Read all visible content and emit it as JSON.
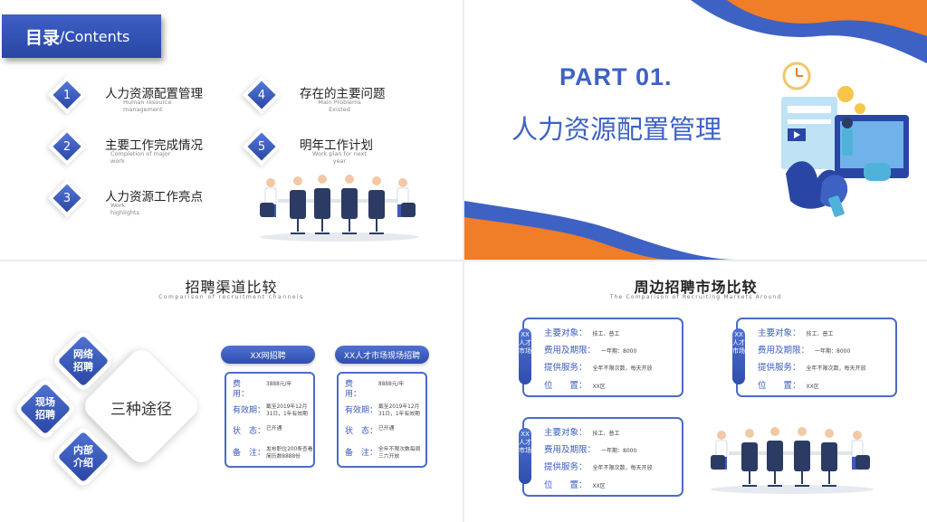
{
  "slide1": {
    "tag_big": "目录",
    "tag_small": "/Contents",
    "items": [
      {
        "num": "1",
        "title": "人力资源配置管理",
        "sub": "Human resource\nmanagement"
      },
      {
        "num": "2",
        "title": "主要工作完成情况",
        "sub": "Completion of major\nwork"
      },
      {
        "num": "3",
        "title": "人力资源工作亮点",
        "sub": "Work\nhighlights"
      },
      {
        "num": "4",
        "title": "存在的主要问题",
        "sub": "Main Problems\nExisted"
      },
      {
        "num": "5",
        "title": "明年工作计划",
        "sub": "Work plan for next\nyear"
      }
    ]
  },
  "slide2": {
    "part": "PART 01.",
    "title": "人力资源配置管理"
  },
  "slide3": {
    "title": "招聘渠道比较",
    "subtitle": "Comparison of recruitment channels",
    "channels": [
      "网络\n招聘",
      "现场\n招聘",
      "内部\n介绍"
    ],
    "center": "三种途径",
    "cards": [
      {
        "header": "XX网招聘",
        "rows": [
          {
            "label": "费　　用：",
            "value": "3888元/年"
          },
          {
            "label": "有效期：",
            "value": "截至2019年12月31日，1年有效期"
          },
          {
            "label": "状　态：",
            "value": "已开通"
          },
          {
            "label": "备　注：",
            "value": "发布职位200条查看简历数8888份"
          }
        ]
      },
      {
        "header": "XX人才市场现场招聘",
        "rows": [
          {
            "label": "费　　用：",
            "value": "8888元/年"
          },
          {
            "label": "有效期：",
            "value": "截至2019年12月31日，1年有效期"
          },
          {
            "label": "状　态：",
            "value": "已开通"
          },
          {
            "label": "备　注：",
            "value": "全年不限次数每周三六开放"
          }
        ]
      }
    ]
  },
  "slide4": {
    "title": "周边招聘市场比较",
    "subtitle": "The Comparison of Recruiting Markets Around",
    "cards": [
      {
        "tab": "XX人才市场",
        "rows": [
          {
            "label": "主要对象：",
            "value": "技工、普工"
          },
          {
            "label": "费用及期限：",
            "value": "一年期：8000"
          },
          {
            "label": "提供服务：",
            "value": "全年不限次数，每天开放"
          },
          {
            "label": "位　　置：",
            "value": "XX区"
          }
        ]
      },
      {
        "tab": "XX人才市场",
        "rows": [
          {
            "label": "主要对象：",
            "value": "技工、普工"
          },
          {
            "label": "费用及期限：",
            "value": "一年期：8000"
          },
          {
            "label": "提供服务：",
            "value": "全年不限次数，每天开放"
          },
          {
            "label": "位　　置：",
            "value": "XX区"
          }
        ]
      },
      {
        "tab": "XX人才市场",
        "rows": [
          {
            "label": "主要对象：",
            "value": "技工、普工"
          },
          {
            "label": "费用及期限：",
            "value": "一年期：8000"
          },
          {
            "label": "提供服务：",
            "value": "全年不限次数，每天开放"
          },
          {
            "label": "位　　置：",
            "value": "XX区"
          }
        ]
      }
    ]
  },
  "colors": {
    "primary_blue": "#3d62c4",
    "dark_blue": "#2a46a5",
    "orange": "#f07d28"
  }
}
